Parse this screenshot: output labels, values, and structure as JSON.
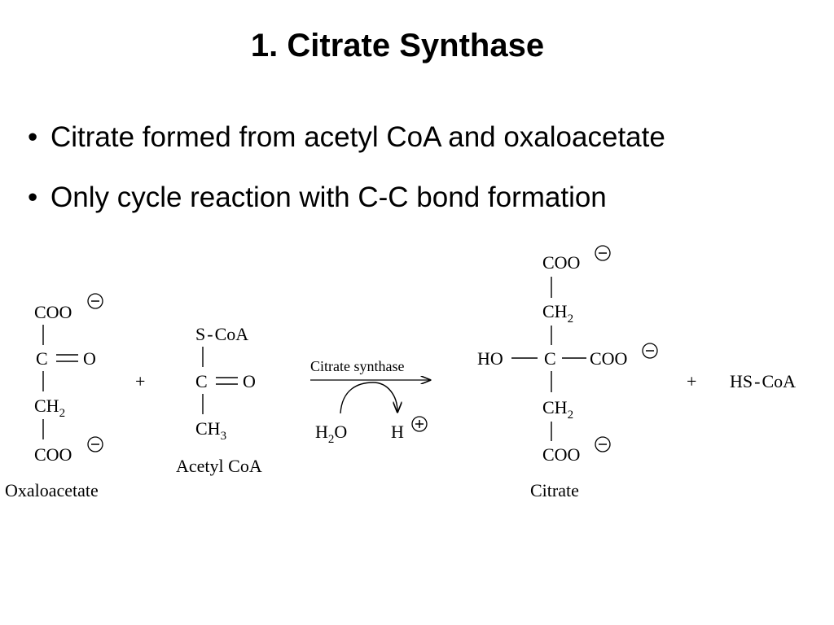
{
  "slide": {
    "title": "1.  Citrate Synthase",
    "bullets": [
      "Citrate formed from acetyl CoA and oxaloacetate",
      "Only cycle reaction with C-C bond formation"
    ]
  },
  "reaction": {
    "oxaloacetate": {
      "top": "COO",
      "carbonyl_c": "C",
      "carbonyl_o": "O",
      "ch2": "CH",
      "ch2_sub": "2",
      "bottom": "COO",
      "label": "Oxaloacetate"
    },
    "plus_1": "+",
    "acetyl_coa": {
      "top": "S",
      "top_dash": "-",
      "top_coa": "CoA",
      "carbonyl_c": "C",
      "carbonyl_o": "O",
      "ch3": "CH",
      "ch3_sub": "3",
      "label": "Acetyl CoA"
    },
    "arrow": {
      "enzyme": "Citrate synthase",
      "reactant_h": "H",
      "reactant_sub": "2",
      "reactant_o": "O",
      "product": "H"
    },
    "citrate": {
      "top": "COO",
      "upper_ch2": "CH",
      "upper_ch2_sub": "2",
      "left_group": "HO",
      "center_c": "C",
      "right_group": "COO",
      "lower_ch2": "CH",
      "lower_ch2_sub": "2",
      "bottom": "COO",
      "label": "Citrate"
    },
    "plus_2": "+",
    "product_2": {
      "hs": "HS",
      "dash": "-",
      "coa": "CoA"
    }
  }
}
